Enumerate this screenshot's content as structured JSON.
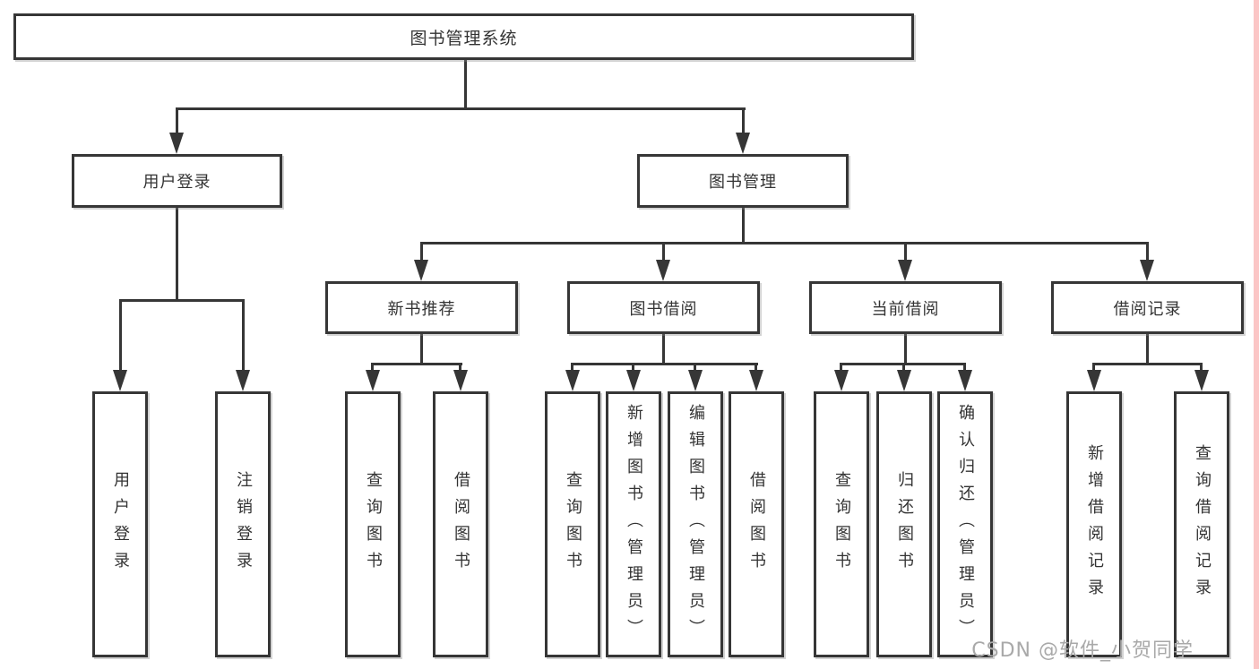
{
  "colors": {
    "line": "#363636",
    "text": "#333333",
    "watermark": "#a9a9a9",
    "edge_strip": "#fbc6c6"
  },
  "diagram": {
    "root": "图书管理系统",
    "level2": [
      "用户登录",
      "图书管理"
    ],
    "level3": [
      "新书推荐",
      "图书借阅",
      "当前借阅",
      "借阅记录"
    ],
    "leaves": [
      "用户登录",
      "注销登录",
      "查询图书",
      "借阅图书",
      "查询图书",
      "新增图书（管理员）",
      "编辑图书（管理员）",
      "借阅图书",
      "查询图书",
      "归还图书",
      "确认归还（管理员）",
      "新增借阅记录",
      "查询借阅记录"
    ]
  },
  "watermark": "CSDN @软件_小贺同学"
}
